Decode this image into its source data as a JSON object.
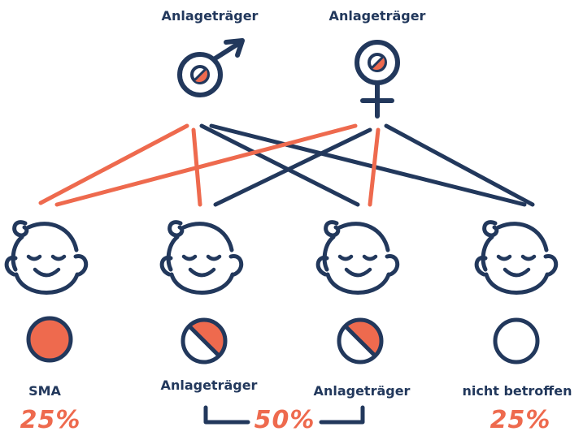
{
  "colors": {
    "navy": "#22385c",
    "orange": "#ee6a4e",
    "background": "#ffffff"
  },
  "parents": [
    {
      "label": "Anlageträger",
      "icon": "male-symbol-icon"
    },
    {
      "label": "Anlageträger",
      "icon": "female-symbol-icon"
    }
  ],
  "children": [
    {
      "label": "SMA",
      "status_icon": "affected-circle-icon"
    },
    {
      "label": "Anlageträger",
      "status_icon": "carrier-circle-icon"
    },
    {
      "label": "Anlageträger",
      "status_icon": "carrier-circle-icon"
    },
    {
      "label": "nicht betroffen",
      "status_icon": "unaffected-circle-icon"
    }
  ],
  "percentages": {
    "affected": "25%",
    "carrier": "50%",
    "unaffected": "25%"
  }
}
